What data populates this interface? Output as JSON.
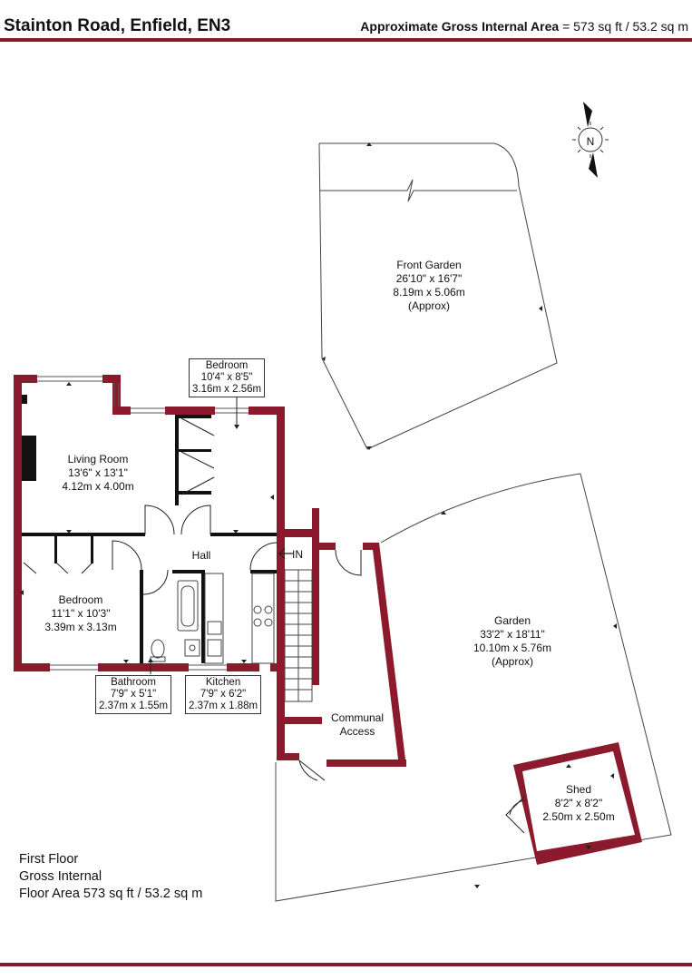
{
  "header": {
    "address": "Stainton Road, Enfield, EN3",
    "area_label": "Approximate Gross Internal Area",
    "area_value": "= 573 sq ft / 53.2 sq m"
  },
  "colors": {
    "wall": "#8b1a2c",
    "line": "#222222"
  },
  "rooms": {
    "front_garden": {
      "name": "Front Garden",
      "imperial": "26'10\" x 16'7\"",
      "metric": "8.19m x 5.06m",
      "note": "(Approx)"
    },
    "bedroom_top": {
      "name": "Bedroom",
      "imperial": "10'4\" x 8'5\"",
      "metric": "3.16m x 2.56m"
    },
    "living_room": {
      "name": "Living Room",
      "imperial": "13'6\" x 13'1\"",
      "metric": "4.12m x 4.00m"
    },
    "hall": {
      "name": "Hall"
    },
    "entrance": {
      "name": "IN"
    },
    "bedroom_left": {
      "name": "Bedroom",
      "imperial": "11'1\" x 10'3\"",
      "metric": "3.39m x 3.13m"
    },
    "bathroom": {
      "name": "Bathroom",
      "imperial": "7'9\" x 5'1\"",
      "metric": "2.37m x 1.55m"
    },
    "kitchen": {
      "name": "Kitchen",
      "imperial": "7'9\" x 6'2\"",
      "metric": "2.37m x 1.88m"
    },
    "garden": {
      "name": "Garden",
      "imperial": "33'2\" x 18'11\"",
      "metric": "10.10m x 5.76m",
      "note": "(Approx)"
    },
    "communal": {
      "line1": "Communal",
      "line2": "Access"
    },
    "shed": {
      "name": "Shed",
      "imperial": "8'2\" x 8'2\"",
      "metric": "2.50m x 2.50m"
    }
  },
  "compass": {
    "label": "N"
  },
  "footer": {
    "line1": "First Floor",
    "line2": "Gross Internal",
    "line3": "Floor Area 573 sq ft / 53.2 sq m"
  }
}
